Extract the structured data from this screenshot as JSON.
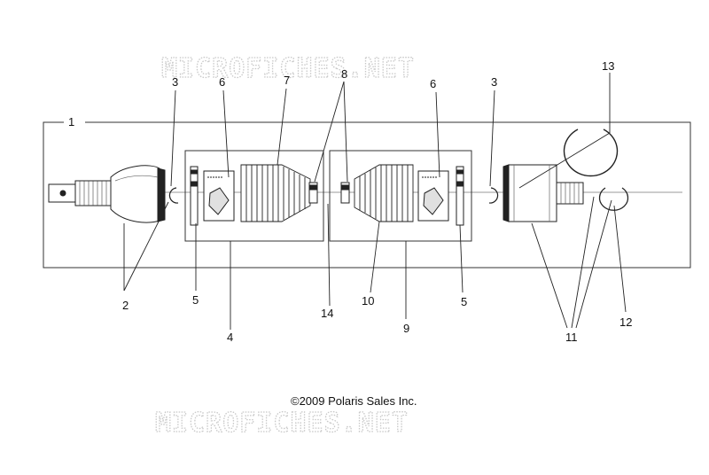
{
  "diagram": {
    "callouts": [
      "1",
      "2",
      "3",
      "3",
      "4",
      "5",
      "5",
      "6",
      "6",
      "7",
      "8",
      "9",
      "10",
      "11",
      "12",
      "13",
      "14"
    ],
    "copyright": "©2009 Polaris Sales Inc.",
    "watermark": "MICROFICHES.NET"
  }
}
